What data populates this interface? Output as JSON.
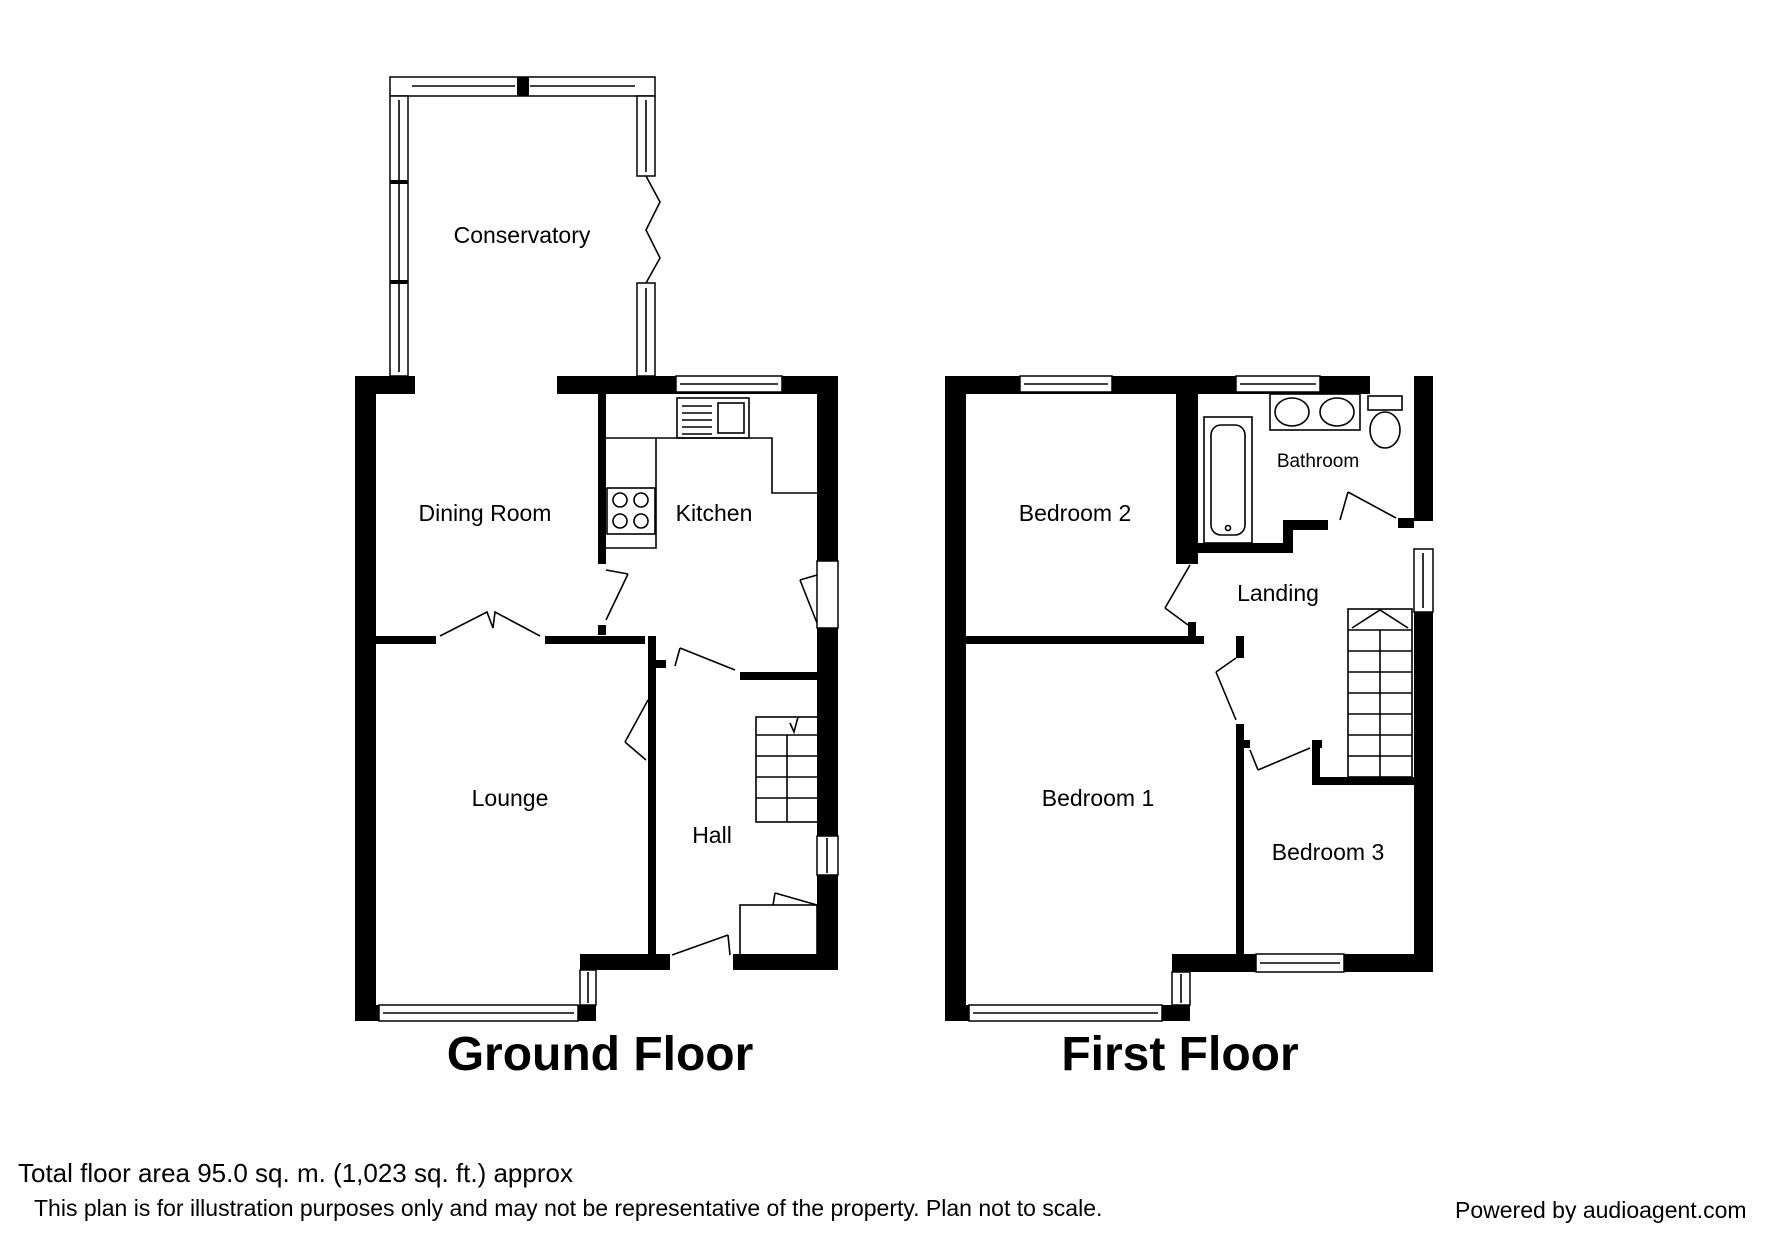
{
  "floors": [
    {
      "title": "Ground Floor",
      "rooms": [
        "Conservatory",
        "Dining Room",
        "Kitchen",
        "Lounge",
        "Hall"
      ]
    },
    {
      "title": "First Floor",
      "rooms": [
        "Bedroom 2",
        "Bathroom",
        "Landing",
        "Bedroom 1",
        "Bedroom 3"
      ]
    }
  ],
  "footer": {
    "total_area": "Total floor area 95.0 sq. m. (1,023 sq. ft.) approx",
    "disclaimer": "This plan is for illustration purposes only and may not be representative of the property. Plan not to scale.",
    "powered_by": "Powered by audioagent.com"
  },
  "colors": {
    "wall": "#000000",
    "background": "#ffffff"
  }
}
